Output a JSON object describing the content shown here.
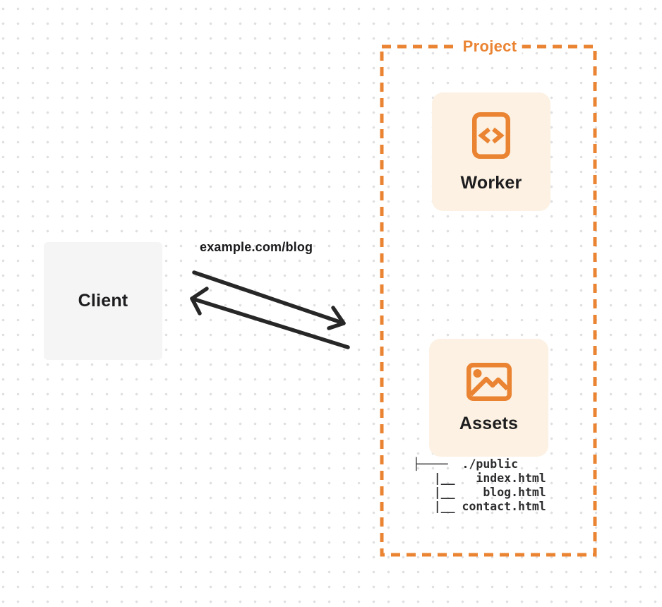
{
  "colors": {
    "orange": "#EA8433",
    "card_bg": "#FCF1E2",
    "client_bg": "#F5F5F6",
    "text_dark": "#1D1D1F",
    "arrow": "#272727",
    "dot": "#E0E0E2"
  },
  "client": {
    "label": "Client"
  },
  "request": {
    "label": "example.com/blog"
  },
  "project": {
    "title": "Project",
    "worker": {
      "label": "Worker",
      "icon": "code-document-icon"
    },
    "assets": {
      "label": "Assets",
      "icon": "image-icon",
      "file_tree": [
        "├────  ./public",
        "   |__   index.html",
        "   |__    blog.html",
        "   |__ contact.html"
      ]
    }
  }
}
